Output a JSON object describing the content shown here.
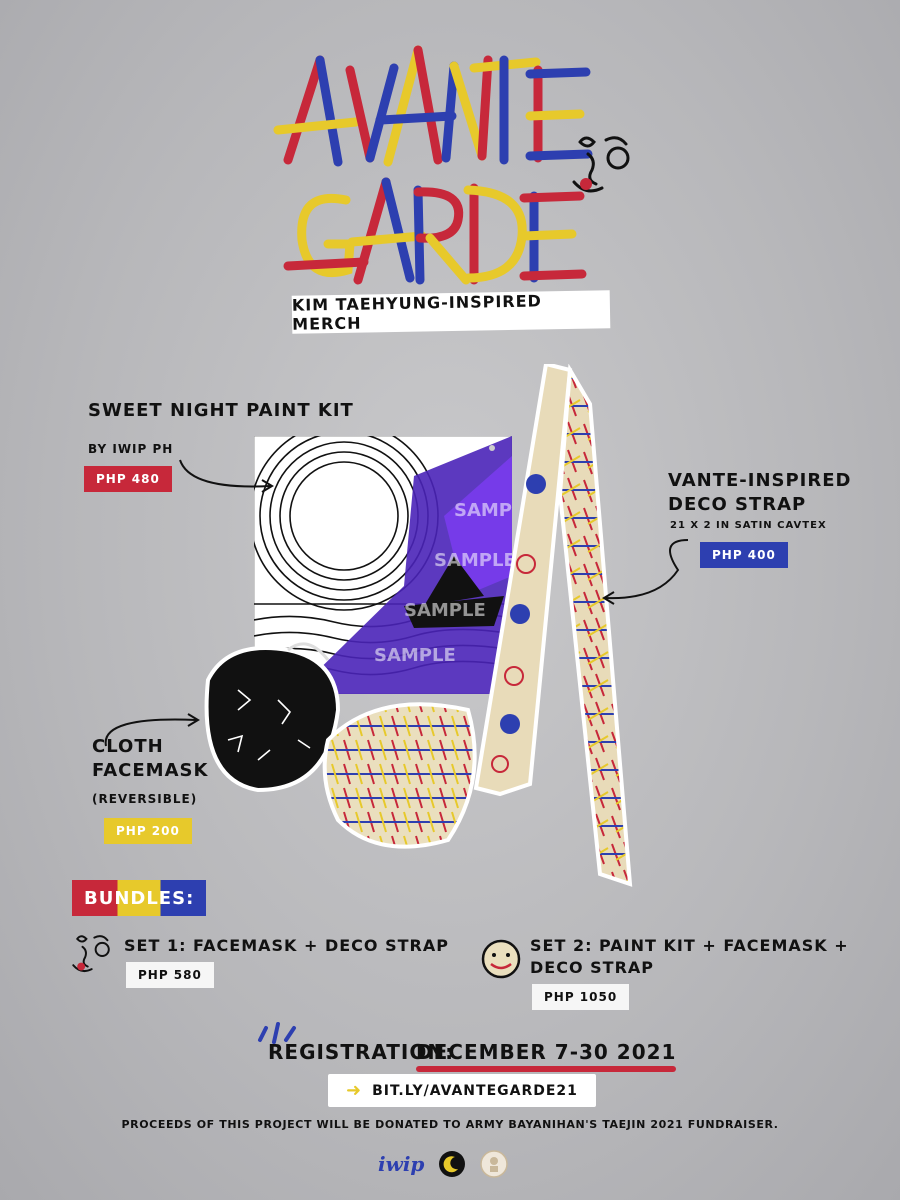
{
  "title": {
    "line1": "AVANTE",
    "line2": "GARDE",
    "subtitle": "KIM TAEHYUNG-INSPIRED MERCH"
  },
  "products": [
    {
      "name": "SWEET NIGHT PAINT KIT",
      "sub": "BY IWIP PH",
      "price": "PHP 480",
      "color": "#c7283a"
    },
    {
      "name_line1": "VANTE-INSPIRED",
      "name_line2": "DECO STRAP",
      "sub": "21 X 2 IN SATIN CAVTEX",
      "price": "PHP 400",
      "color": "#2d3fb0"
    },
    {
      "name_line1": "CLOTH",
      "name_line2": "FACEMASK",
      "sub": "(REVERSIBLE)",
      "price": "PHP 200",
      "color": "#e7c92b"
    }
  ],
  "paint_watermark": "SAMPLE",
  "bundles": {
    "heading": "BUNDLES:",
    "set1": {
      "label": "SET 1: FACEMASK + DECO STRAP",
      "price": "PHP 580"
    },
    "set2": {
      "label_line1": "SET 2: PAINT KIT + FACEMASK +",
      "label_line2": "DECO STRAP",
      "price": "PHP 1050"
    }
  },
  "registration": {
    "label": "REGISTRATION:",
    "dates": "DECEMBER 7-30 2021",
    "link": "BIT.LY/AVANTEGARDE21"
  },
  "footer": {
    "note": "PROCEEDS OF THIS PROJECT WILL BE DONATED TO ARMY BAYANIHAN'S TAEJIN 2021 FUNDRAISER.",
    "logo1": "iwip"
  },
  "colors": {
    "red": "#c7283a",
    "blue": "#2d3fb0",
    "yellow": "#e7c92b",
    "white": "#ffffff"
  }
}
